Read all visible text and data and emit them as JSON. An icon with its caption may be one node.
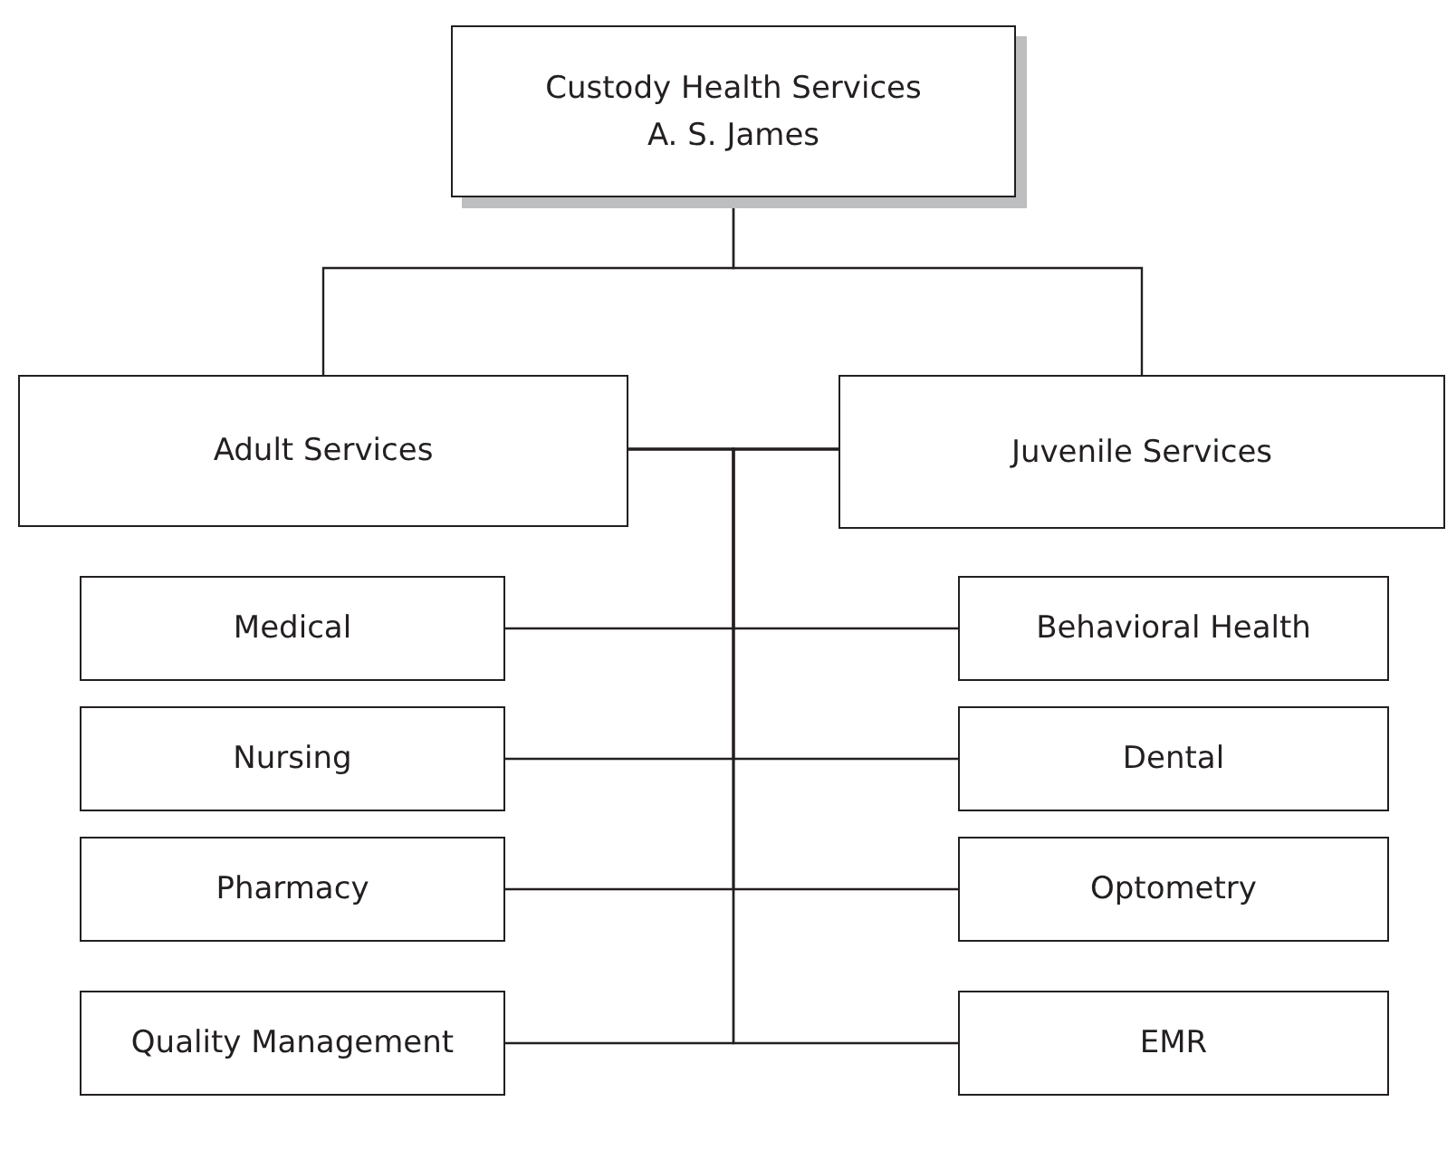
{
  "diagram": {
    "nodes": [
      {
        "text": [
          "Custody Health Services",
          "A. S. James"
        ]
      },
      {
        "text": [
          "Adult Services"
        ]
      },
      {
        "text": [
          "Juvenile Services"
        ]
      },
      {
        "text": [
          "Medical"
        ]
      },
      {
        "text": [
          "Behavioral Health"
        ]
      },
      {
        "text": [
          "Nursing"
        ]
      },
      {
        "text": [
          "Dental"
        ]
      },
      {
        "text": [
          "Pharmacy"
        ]
      },
      {
        "text": [
          "Optometry"
        ]
      },
      {
        "text": [
          "Quality Management"
        ]
      },
      {
        "text": [
          "EMR"
        ]
      }
    ],
    "edges": [
      {
        "from": 0,
        "to": 1,
        "arrow": "none"
      },
      {
        "from": 0,
        "to": 2,
        "arrow": "none"
      },
      {
        "from": 1,
        "to": 2,
        "arrow": "none"
      },
      {
        "from": 1,
        "to": 3,
        "arrow": "none"
      },
      {
        "from": 2,
        "to": 4,
        "arrow": "none"
      },
      {
        "from": 1,
        "to": 5,
        "arrow": "none"
      },
      {
        "from": 2,
        "to": 6,
        "arrow": "none"
      },
      {
        "from": 1,
        "to": 7,
        "arrow": "none"
      },
      {
        "from": 2,
        "to": 8,
        "arrow": "none"
      },
      {
        "from": 1,
        "to": 9,
        "arrow": "none"
      },
      {
        "from": 2,
        "to": 10,
        "arrow": "none"
      }
    ]
  }
}
